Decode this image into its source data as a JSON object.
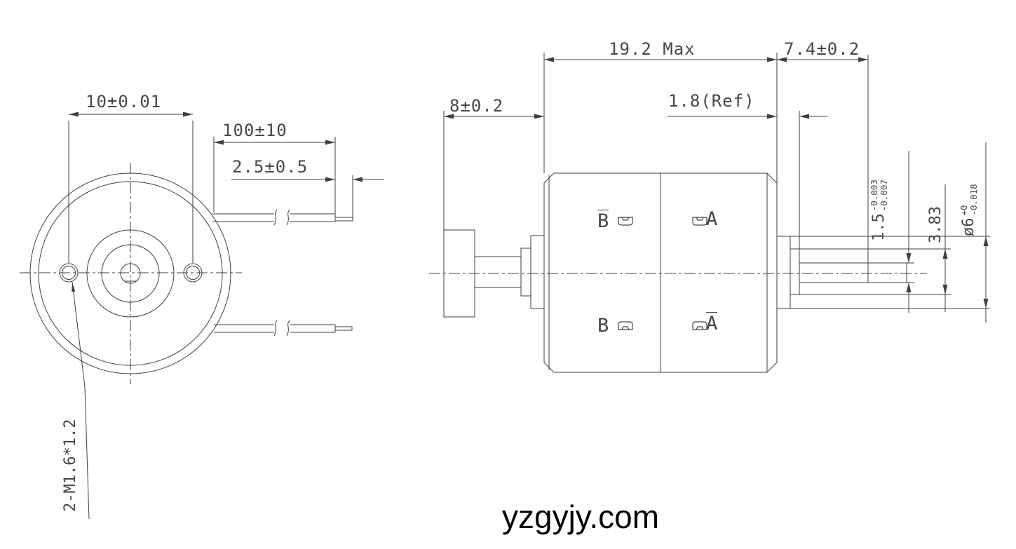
{
  "watermark": {
    "text": "yzgyjy.com"
  },
  "front_view": {
    "dims": {
      "hole_spacing": "10±0.01",
      "lead_length": "100±10",
      "strip_length": "2.5±0.5",
      "thread_callout": "2-M1.6*1.2"
    }
  },
  "side_view": {
    "dims": {
      "body_length": "19.2 Max",
      "front_shaft_length": "7.4±0.2",
      "rear_length": "8±0.2",
      "pilot_length": "1.8(Ref)",
      "shaft_flat": {
        "main": "1.5",
        "upper": "-0.003",
        "lower": "-0.007"
      },
      "step_dia": "3.83",
      "pilot_dia": {
        "main": "ø6",
        "upper": "+0",
        "lower": "-0.018"
      }
    },
    "coils": {
      "top_left": {
        "letter": "B",
        "bar": true
      },
      "top_right": {
        "letter": "A",
        "bar": false
      },
      "bottom_left": {
        "letter": "B",
        "bar": false
      },
      "bottom_right": {
        "letter": "A",
        "bar": true
      }
    }
  }
}
